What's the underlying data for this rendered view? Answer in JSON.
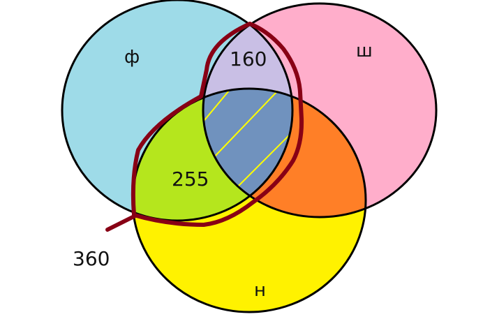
{
  "diagram": {
    "sets": [
      {
        "id": "f",
        "label": "ф",
        "color": "#9edbe8"
      },
      {
        "id": "sh",
        "label": "ш",
        "color": "#ffaecb"
      },
      {
        "id": "n",
        "label": "н",
        "color": "#fff200"
      }
    ],
    "regions": {
      "f_and_sh": {
        "color": "#c9bfe5",
        "value": "160"
      },
      "f_and_n": {
        "color": "#b5e61d",
        "value": "255"
      },
      "sh_and_n": {
        "color": "#ff7f27"
      },
      "f_and_sh_and_n": {
        "color": "#7092be"
      }
    },
    "highlight": {
      "color": "#880015",
      "label": "360"
    },
    "hatch_color": "#ffff00",
    "outline_color": "#000000"
  }
}
